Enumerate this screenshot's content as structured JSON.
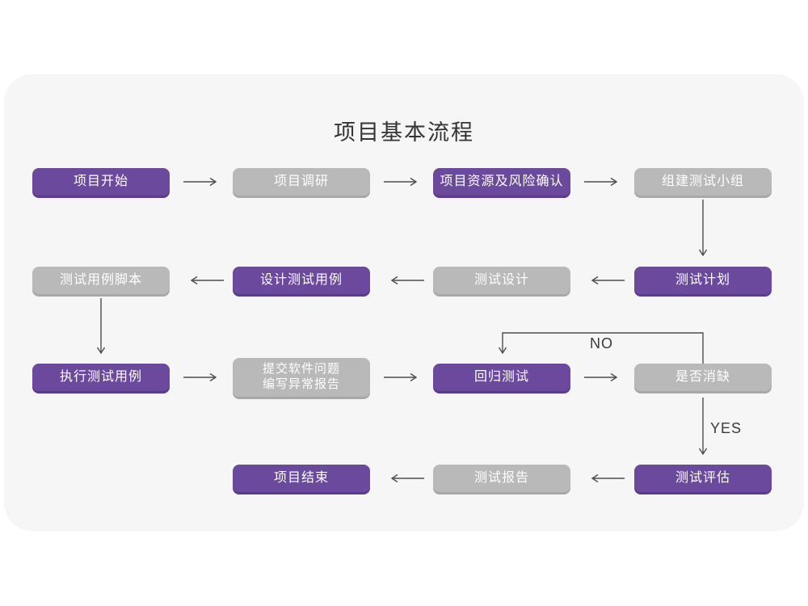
{
  "title": "项目基本流程",
  "colors": {
    "primary": "#6b4a9d",
    "primary_dark": "#5a3d87",
    "secondary": "#b9b9b9",
    "secondary_dark": "#a8a8a8",
    "arrow": "#4d4d4d",
    "card_background": "#f6f6f7",
    "page_background": "#ffffff",
    "title_text": "#333333",
    "node_text": "#ffffff"
  },
  "nodes": [
    {
      "id": "project-start",
      "label": "项目开始",
      "variant": "primary"
    },
    {
      "id": "project-research",
      "label": "项目调研",
      "variant": "secondary"
    },
    {
      "id": "resource-risk-confirm",
      "label": "项目资源及风险确认",
      "variant": "primary"
    },
    {
      "id": "build-test-team",
      "label": "组建测试小组",
      "variant": "secondary"
    },
    {
      "id": "test-case-script",
      "label": "测试用例脚本",
      "variant": "secondary"
    },
    {
      "id": "design-test-case",
      "label": "设计测试用例",
      "variant": "primary"
    },
    {
      "id": "test-design",
      "label": "测试设计",
      "variant": "secondary"
    },
    {
      "id": "test-plan",
      "label": "测试计划",
      "variant": "primary"
    },
    {
      "id": "execute-test-case",
      "label": "执行测试用例",
      "variant": "primary"
    },
    {
      "id": "submit-issue-report",
      "label": "提交软件问题\n编写异常报告",
      "variant": "secondary"
    },
    {
      "id": "regression-test",
      "label": "回归测试",
      "variant": "primary"
    },
    {
      "id": "defect-cleared",
      "label": "是否消缺",
      "variant": "secondary"
    },
    {
      "id": "project-end",
      "label": "项目结束",
      "variant": "primary"
    },
    {
      "id": "test-report",
      "label": "测试报告",
      "variant": "secondary"
    },
    {
      "id": "test-evaluation",
      "label": "测试评估",
      "variant": "primary"
    }
  ],
  "decision_labels": {
    "no": "NO",
    "yes": "YES"
  }
}
